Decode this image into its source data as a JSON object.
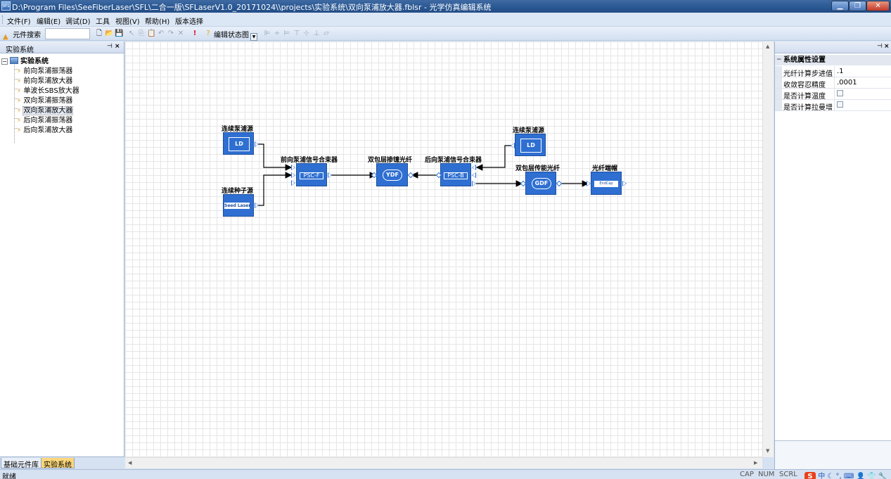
{
  "window": {
    "title": "D:\\Program Files\\SeeFiberLaser\\SFL\\二合一版\\SFLaserV1.0_20171024\\\\projects\\实验系统\\双向泵浦放大器.fblsr - 光学仿真编辑系统",
    "app_icon_text": "SFL"
  },
  "menu": {
    "items": [
      "文件(F)",
      "编辑(E)",
      "调试(D)",
      "工具",
      "视图(V)",
      "帮助(H)",
      "版本选择"
    ]
  },
  "toolbar": {
    "search_label": "元件搜索",
    "search_value": "",
    "view_select_value": "编辑状态图"
  },
  "left_panel": {
    "title": "实验系统",
    "tree_root": "实验系统",
    "tree_items": [
      "前向泵浦振荡器",
      "前向泵浦放大器",
      "单波长SBS放大器",
      "双向泵浦振荡器",
      "双向泵浦放大器",
      "后向泵浦振荡器",
      "后向泵浦放大器"
    ],
    "selected_index": 4,
    "tabs": [
      "基础元件库",
      "实验系统"
    ],
    "active_tab": 1
  },
  "diagram": {
    "components": {
      "pump_source_left": {
        "label": "连续泵浦源",
        "inner": "LD"
      },
      "seed_source": {
        "label": "连续种子源",
        "inner": "Seed Laser"
      },
      "forward_combiner": {
        "label": "前向泵浦信号合束器",
        "inner": "PSC-F"
      },
      "gain_fiber": {
        "label": "双包层掺镱光纤",
        "inner": "YDF"
      },
      "backward_combiner": {
        "label": "后向泵浦信号合束器",
        "inner": "PSC-B"
      },
      "pump_source_right": {
        "label": "连续泵浦源",
        "inner": "LD"
      },
      "passive_fiber": {
        "label": "双包层传能光纤",
        "inner": "GDF"
      },
      "endcap": {
        "label": "光纤端帽",
        "inner": "EndCap"
      }
    }
  },
  "right_panel": {
    "category": "系统属性设置",
    "properties": [
      {
        "name": "光纤计算步进值",
        "value": ".1",
        "type": "text"
      },
      {
        "name": "收敛容忍精度",
        "value": ".0001",
        "type": "text"
      },
      {
        "name": "是否计算温度",
        "value": "",
        "type": "checkbox"
      },
      {
        "name": "是否计算拉曼增",
        "value": "",
        "type": "checkbox"
      }
    ]
  },
  "statusbar": {
    "text": "就绪",
    "indicators": [
      "CAP",
      "NUM",
      "SCRL"
    ],
    "ime": "中"
  }
}
